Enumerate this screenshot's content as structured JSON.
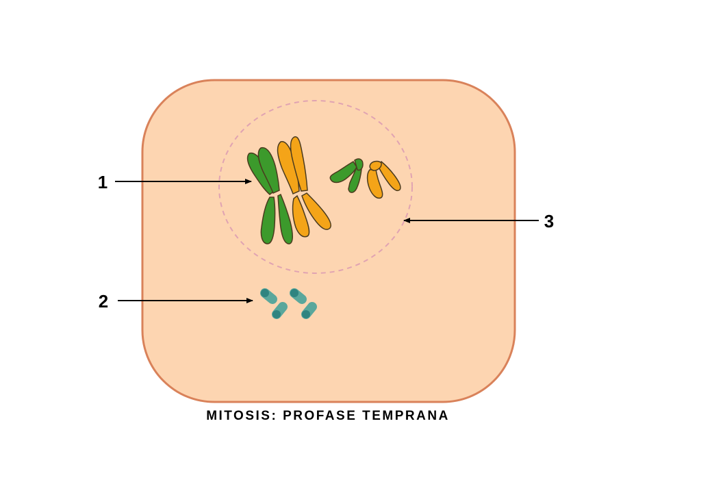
{
  "labels": {
    "one": "1",
    "two": "2",
    "three": "3"
  },
  "caption": "MITOSIS: PROFASE TEMPRANA",
  "colors": {
    "cell_fill": "#fdd5b1",
    "cell_border": "#d9825a",
    "nucleus_border": "#e0a3b2",
    "chromosome_green": "#3c9a2c",
    "chromosome_orange": "#f4a418",
    "centriole_light": "#5aa79c",
    "centriole_dark": "#2f8480",
    "outline": "#4a3a1e"
  }
}
